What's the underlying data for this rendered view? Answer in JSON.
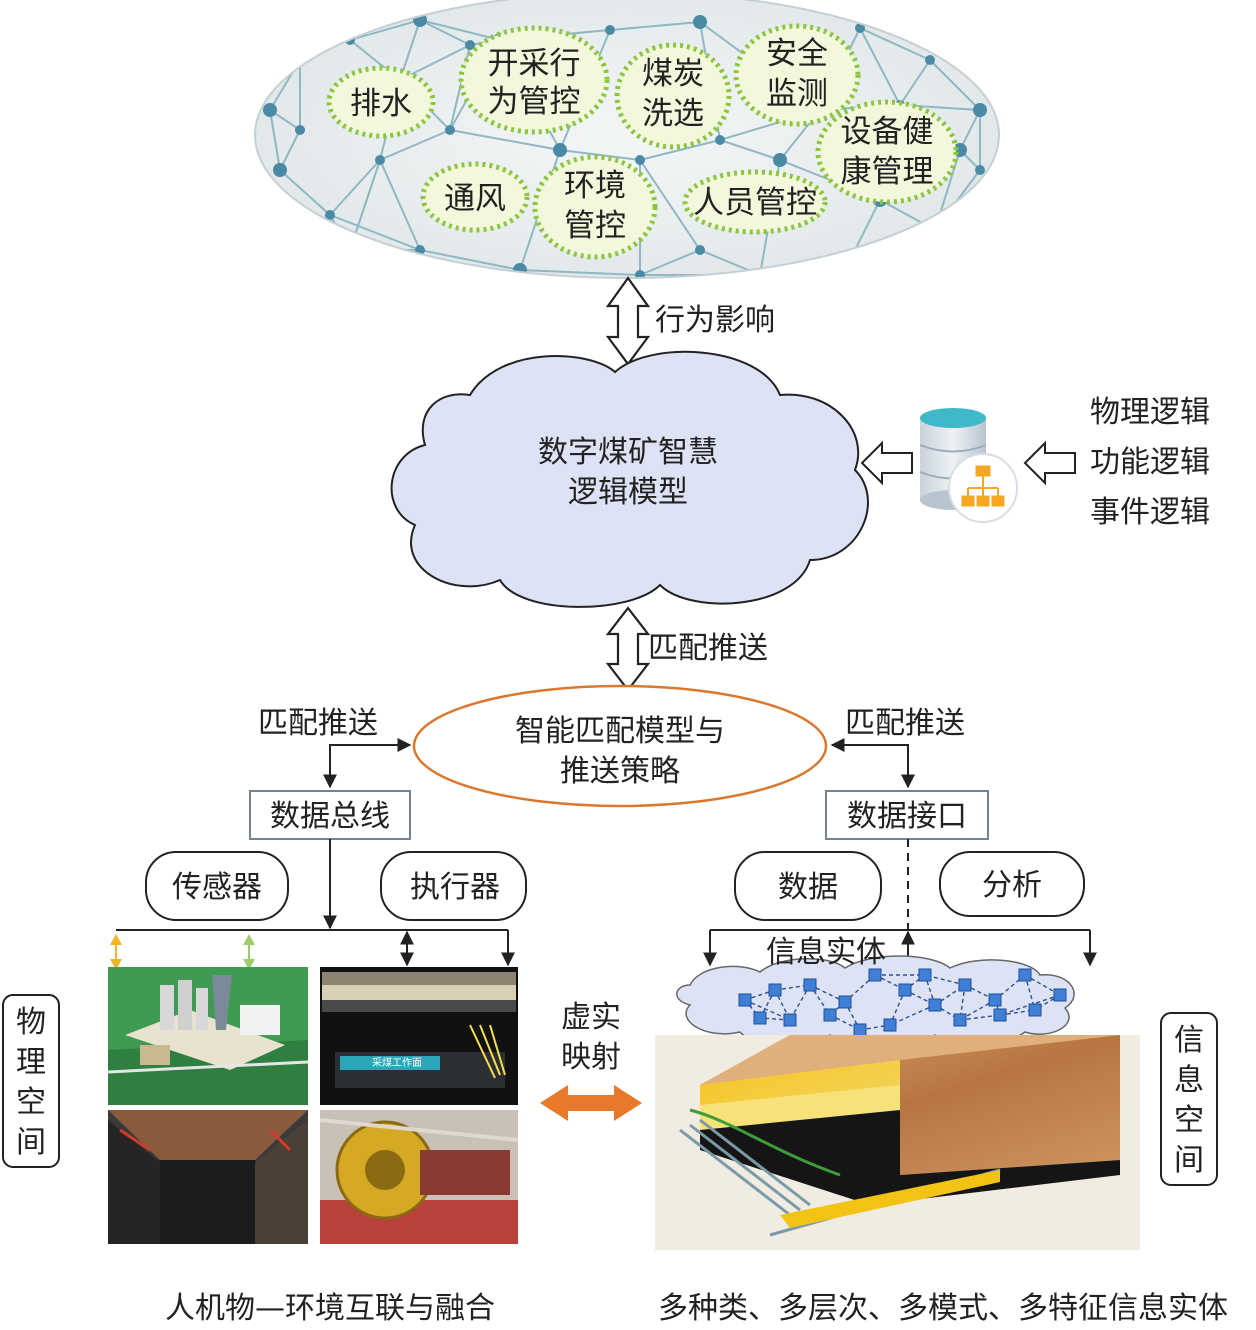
{
  "top_network": {
    "bubbles": [
      {
        "lines": [
          "排水"
        ]
      },
      {
        "lines": [
          "开采行",
          "为管控"
        ]
      },
      {
        "lines": [
          "煤炭",
          "洗选"
        ]
      },
      {
        "lines": [
          "安全",
          "监测"
        ]
      },
      {
        "lines": [
          "设备健",
          "康管理"
        ]
      },
      {
        "lines": [
          "通风"
        ]
      },
      {
        "lines": [
          "环境",
          "管控"
        ]
      },
      {
        "lines": [
          "人员管控"
        ]
      }
    ]
  },
  "arrows": {
    "behavior_influence": "行为影响",
    "match_push_center": "匹配推送",
    "match_push_left": "匹配推送",
    "match_push_right": "匹配推送"
  },
  "cloud_model": {
    "lines": [
      "数字煤矿智慧",
      "逻辑模型"
    ]
  },
  "logic_list": [
    "物理逻辑",
    "功能逻辑",
    "事件逻辑"
  ],
  "match_ellipse": {
    "lines": [
      "智能匹配模型与",
      "推送策略"
    ]
  },
  "data_bus": "数据总线",
  "data_interface": "数据接口",
  "sensor": "传感器",
  "actuator": "执行器",
  "data_pill": "数据",
  "analysis_pill": "分析",
  "info_entity": "信息实体",
  "physical_space": [
    "物",
    "理",
    "空",
    "间"
  ],
  "info_space": [
    "信",
    "息",
    "空",
    "间"
  ],
  "virtual_mapping": [
    "虚实",
    "映射"
  ],
  "photo_labels": {
    "face": "采煤工作面"
  },
  "captions": {
    "left": "人机物—环境互联与融合",
    "right": "多种类、多层次、多模式、多特征信息实体"
  },
  "colors": {
    "bubble_fill": "#f3f7dc",
    "bubble_border": "#8cc63f",
    "cloud_fill": "#dde3f4",
    "ellipse_border": "#d9782e",
    "bus_border": "#6f8396",
    "orange_arrow": "#e8782a",
    "network_node": "#4a8aa4",
    "entity_node": "#3f7fd6"
  }
}
